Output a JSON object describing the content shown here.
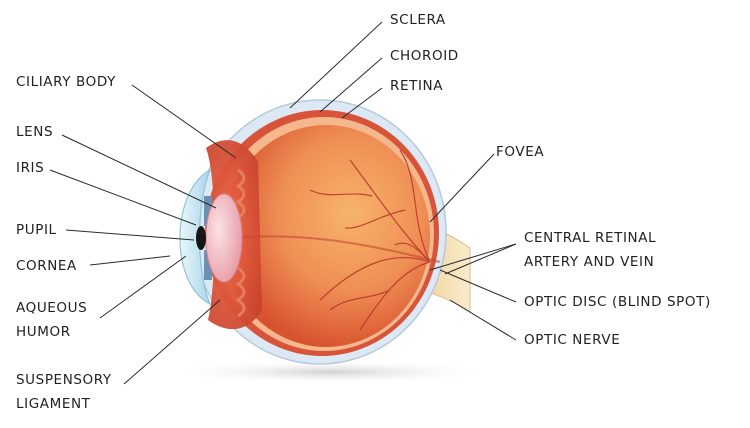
{
  "labels": {
    "sclera": "SCLERA",
    "choroid": "CHOROID",
    "retina": "RETINA",
    "fovea": "FOVEA",
    "central_retinal": [
      "CENTRAL RETINAL",
      "ARTERY AND VEIN"
    ],
    "optic_disc": "OPTIC DISC (BLIND SPOT)",
    "optic_nerve": "OPTIC NERVE",
    "ciliary_body": "CILIARY BODY",
    "lens": "LENS",
    "iris": "IRIS",
    "pupil": "PUPIL",
    "cornea": "CORNEA",
    "aqueous_humor": [
      "AQUEOUS",
      "HUMOR"
    ],
    "suspensory_ligament": [
      "SUSPENSORY",
      "LIGAMENT"
    ]
  },
  "colors": {
    "label_text": "#222222",
    "leader_line": "#2a2a2a",
    "sclera": "#dce8f3",
    "choroid": "#d7533a",
    "retina": "#f4b88c",
    "vitreous": "#ef8f55",
    "vessel": "#b8322a",
    "lens": "#f2b9c0",
    "cornea": "#bfe3f2",
    "optic_nerve": "#f3dcab"
  }
}
